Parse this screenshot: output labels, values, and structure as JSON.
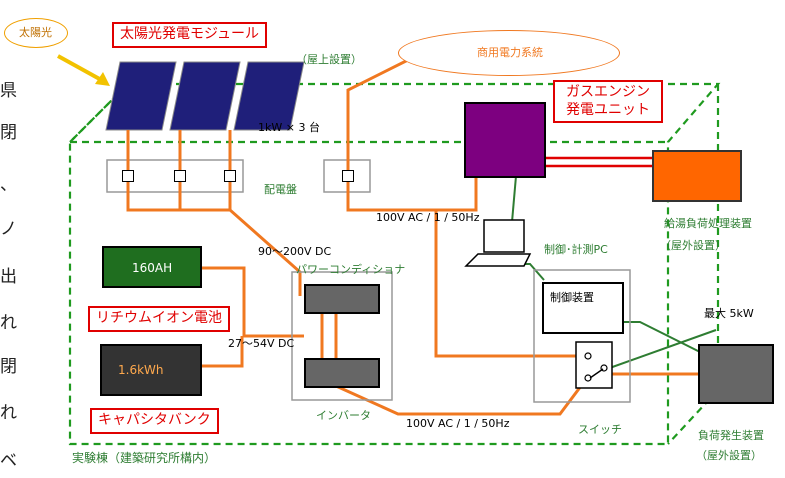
{
  "labels": {
    "sun": "太陽光",
    "solar_module": "太陽光発電モジュール",
    "roof": "（屋上設置）",
    "commercial_grid": "商用電力系統",
    "gas_engine": "ガスエンジン\n発電ユニット",
    "solar_capacity": "1kW × 3  台",
    "distribution_board": "配電盤",
    "ac_upper": "100V AC / 1    / 50Hz",
    "hot_water": "給湯負荷処理装置",
    "hot_water_loc": "（屋外設置）",
    "control_pc": "制御･計測PC",
    "dc_range": "90～200V DC",
    "power_conditioner": "パワーコンディショナ",
    "battery_value": "160AH",
    "lithium": "リチウムイオン電池",
    "controller": "制御装置",
    "max_load": "最大   5kW",
    "dc_low": "27～54V DC",
    "cap_value": "1.6kWh",
    "capacitor_bank": "キャパシタバンク",
    "inverter": "インバータ",
    "ac_lower": "100V AC / 1    / 50Hz",
    "switch": "スイッチ",
    "load_gen": "負荷発生装置",
    "load_gen_loc": "（屋外設置）",
    "building": "実験棟（建築研究所構内）"
  },
  "side_text": [
    "県",
    "閉",
    "、",
    "ノ",
    "出",
    "れ",
    "閉",
    "れ",
    "ベ"
  ],
  "colors": {
    "power_line": "#f07820",
    "signal_line": "#2e7d32",
    "boundary": "#1f9a1f",
    "gas_engine_fill": "#7d0080",
    "hot_water_fill": "#ff6600",
    "battery_fill": "#1f6e1f",
    "capacitor_fill": "#333333",
    "alert_red": "#e00000",
    "panel_fill": "#1f1f7a"
  },
  "icons": [
    "sun-icon",
    "solar-panel-icon",
    "laptop-icon",
    "switch-icon"
  ]
}
